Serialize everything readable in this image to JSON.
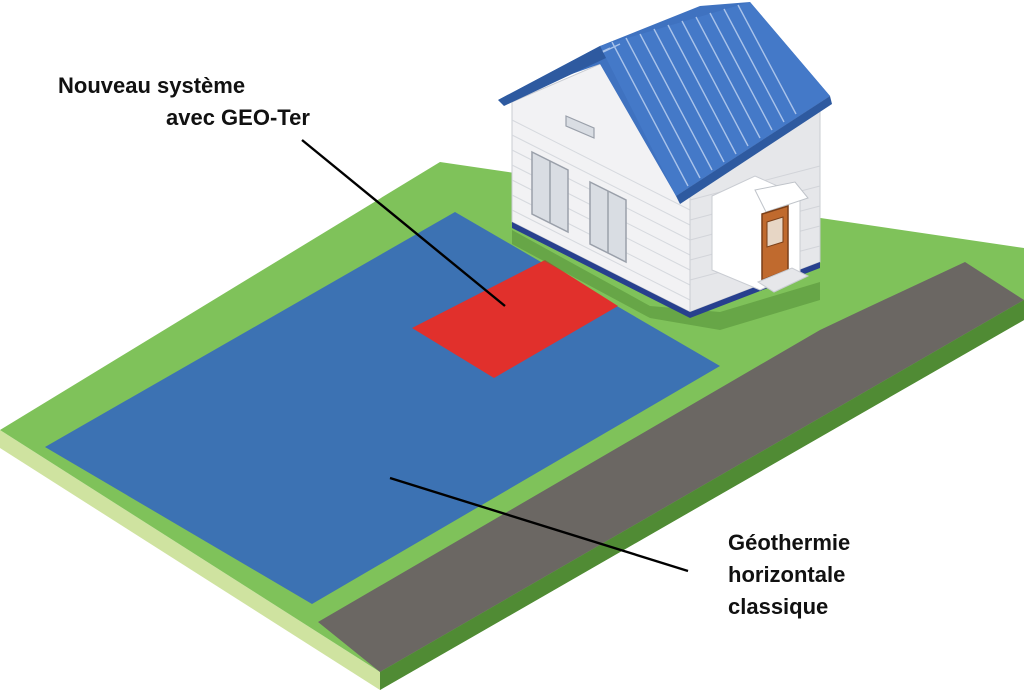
{
  "labels": {
    "new_system": {
      "line1": "Nouveau système",
      "line2": "avec GEO-Ter"
    },
    "classic": {
      "line1": "Géothermie",
      "line2": "horizontale",
      "line3": "classique"
    }
  },
  "colors": {
    "lawn": "#7fc25a",
    "lawn_side": "#5d9a3c",
    "lawn_front_side": "#cfe3a0",
    "classic_field": "#3c72b3",
    "geoter_field": "#e1302c",
    "road": "#6b6763",
    "roof": "#3f72c0",
    "walls": "#f2f2f4",
    "door": "#c06a2e"
  }
}
